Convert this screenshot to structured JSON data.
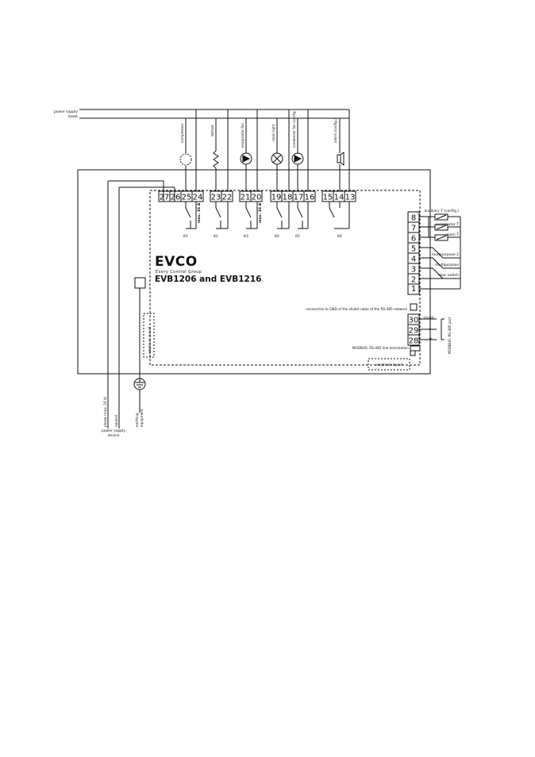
{
  "top_feed": {
    "label_line1": "power supply",
    "label_line2": "loads"
  },
  "loads": {
    "compressor": "compressor",
    "defrost": "defrost",
    "evaporator_fan": "evaporator fan",
    "room_light": "room light",
    "condenser_fan": "condenser fan (config.)",
    "alarm": "alarm (config.)"
  },
  "top_terminals": [
    "27",
    "26",
    "25",
    "24",
    "23",
    "22",
    "21",
    "20",
    "19",
    "18",
    "17",
    "16",
    "15",
    "14",
    "13"
  ],
  "max_labels": {
    "k1": "max. 16 A",
    "k3": "max. 16 A"
  },
  "relays": [
    "K1",
    "K2",
    "K3",
    "K4",
    "K5",
    "K6"
  ],
  "brand": {
    "logo": "EVCO",
    "tagline": "Every Control Group",
    "model": "EVB1206 and EVB1216"
  },
  "right_terminals": [
    "8",
    "7",
    "6",
    "5",
    "4",
    "3",
    "2",
    "1",
    "30",
    "29",
    "28"
  ],
  "right_labels": {
    "auxiliary": "auxiliary T (config.)",
    "evaporator": "evaporator T",
    "room": "room T",
    "mp2": "multipurpose 2",
    "mp": "multipurpose",
    "door": "door switch",
    "shield": "shield",
    "minus": "–",
    "plus": "+"
  },
  "notes": {
    "gnd": "connection to GND of the shield cable of the RS-485 network",
    "modbus_term": "MODBUS: RS-485 line termination",
    "modbus_port": "MODBUS: RS-485 port",
    "electronic_board": "electronic board"
  },
  "bottom": {
    "phase": "phase (max. 16 A)",
    "neutral": "neutral",
    "psd1": "power supply",
    "psd2": "device",
    "earth1": "earthing",
    "earth2": "equipment"
  }
}
